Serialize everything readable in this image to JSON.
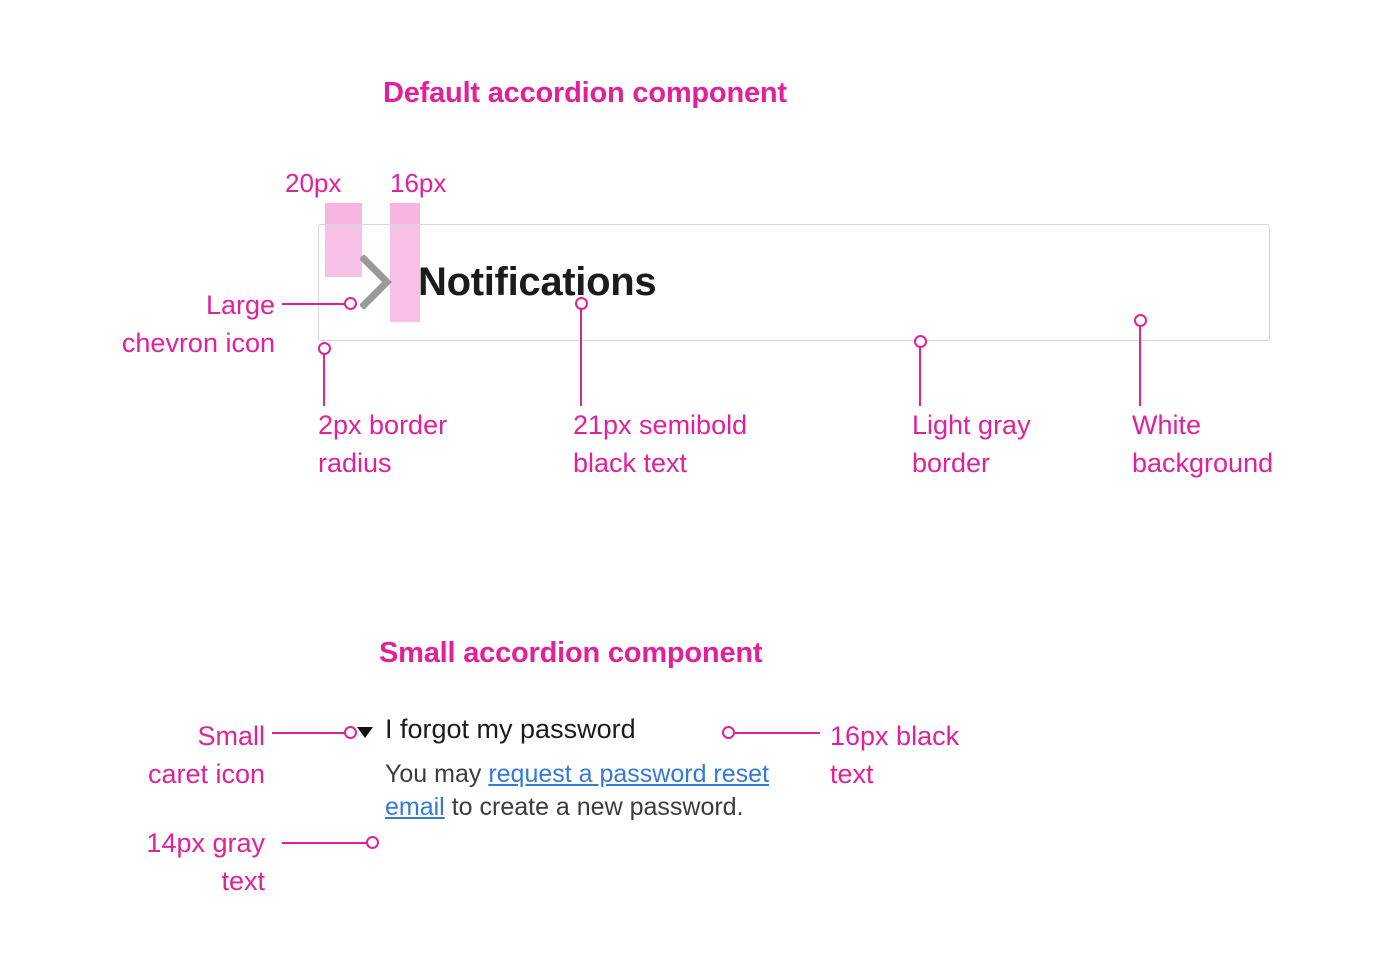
{
  "sections": {
    "default": {
      "title": "Default accordion component",
      "spacing_labels": [
        {
          "name": "left-padding",
          "text": "20px"
        },
        {
          "name": "icon-gap",
          "text": "16px"
        }
      ],
      "component": {
        "title": "Notifications",
        "chevron_icon": "chevron-right-icon",
        "background": "#ffffff",
        "border_color": "#d6d6d6"
      },
      "annotations": [
        {
          "name": "large-chevron-icon",
          "text": "Large\nchevron icon"
        },
        {
          "name": "border-radius",
          "text": "2px border\nradius"
        },
        {
          "name": "title-typography",
          "text": "21px semibold\nblack text"
        },
        {
          "name": "border-color",
          "text": "Light gray\nborder"
        },
        {
          "name": "background-color",
          "text": "White\nbackground"
        }
      ]
    },
    "small": {
      "title": "Small accordion component",
      "component": {
        "caret_icon": "caret-down-icon",
        "title": "I forgot my password",
        "body_before": "You may ",
        "body_link": "request a password reset email",
        "body_after": " to create a new password."
      },
      "annotations": [
        {
          "name": "small-caret-icon",
          "text": "Small\ncaret icon"
        },
        {
          "name": "body-typography",
          "text": "14px gray\ntext"
        },
        {
          "name": "title-typography",
          "text": "16px black\ntext"
        }
      ]
    }
  },
  "colors": {
    "annotation_pink": "#e0219a",
    "swatch_pink": "#f6b6e0",
    "link_blue": "#3579d6",
    "text_black": "#1b1b1b",
    "text_gray": "#3c3c3c",
    "border_gray": "#d6d6d6"
  }
}
